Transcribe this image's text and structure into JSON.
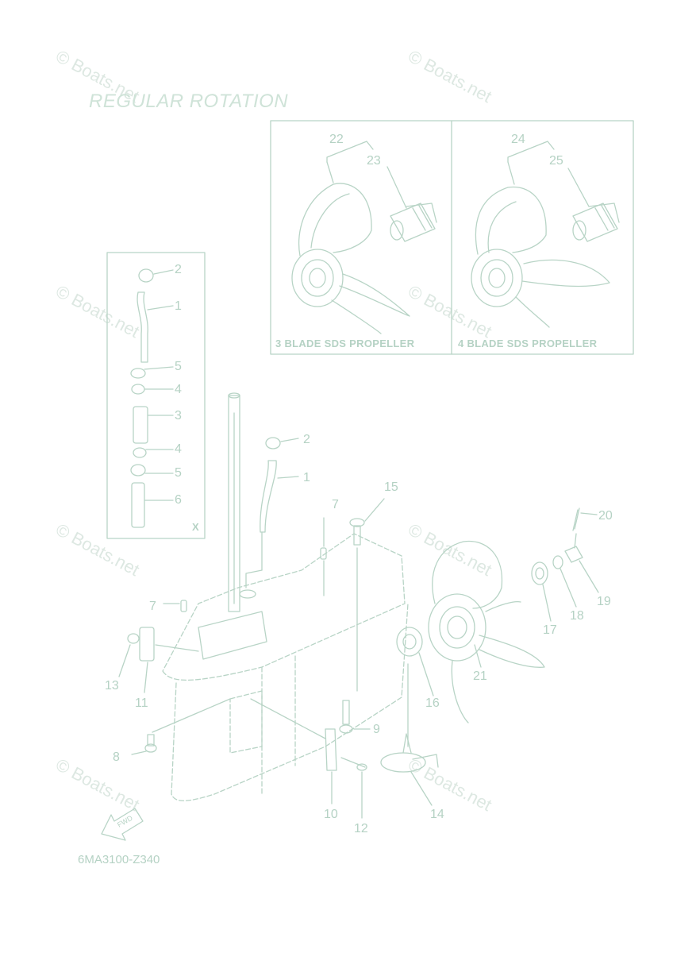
{
  "title": "REGULAR ROTATION",
  "diagram_code": "6MA3100-Z340",
  "panels": {
    "three_blade": "3 BLADE SDS PROPELLER",
    "four_blade": "4 BLADE SDS PROPELLER",
    "inset_marker": "X"
  },
  "watermark": "© Boats.net",
  "callouts": {
    "c1": "1",
    "c2": "2",
    "c3": "3",
    "c4": "4",
    "c5": "5",
    "c6": "6",
    "c7": "7",
    "c8": "8",
    "c9": "9",
    "c10": "10",
    "c11": "11",
    "c12": "12",
    "c13": "13",
    "c14": "14",
    "c15": "15",
    "c16": "16",
    "c17": "17",
    "c18": "18",
    "c19": "19",
    "c20": "20",
    "c21": "21",
    "c22": "22",
    "c23": "23",
    "c24": "24",
    "c25": "25"
  },
  "colors": {
    "line": "#b8d4c6",
    "text": "#b5d2c4",
    "watermark": "#dde8e2"
  }
}
